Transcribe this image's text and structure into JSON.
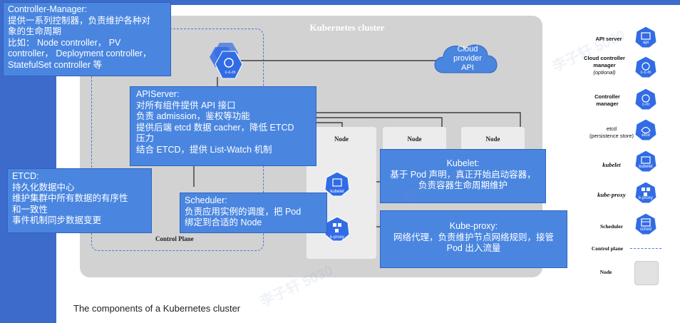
{
  "cluster": {
    "title": "Kubernetes cluster",
    "control_plane_label": "Control Plane"
  },
  "nodes": {
    "label": "Node"
  },
  "cloud": {
    "lines": [
      "Cloud",
      "provider",
      "API"
    ]
  },
  "callouts": {
    "controller_manager": [
      "Controller-Manager:",
      "提供一系列控制器，负责维护各种对",
      "象的生命周期",
      "比如：  Node controller，  PV",
      "controller，  Deployment controller，",
      "StatefulSet controller 等"
    ],
    "apiserver": [
      "APIServer:",
      "对所有组件提供 API 接口",
      "负责 admission，鉴权等功能",
      "提供后端 etcd 数据 cacher，降低 ETCD",
      "压力",
      "结合 ETCD，提供 List-Watch 机制"
    ],
    "etcd": [
      "ETCD:",
      "持久化数据中心",
      "维护集群中所有数据的有序性",
      "和一致性",
      "事件机制同步数据变更"
    ],
    "scheduler": [
      "Scheduler:",
      "负责应用实例的调度，把 Pod",
      "绑定到合适的 Node"
    ],
    "kubelet": [
      "Kubelet:",
      "基于 Pod 声明，真正开始启动容器，",
      "负责容器生命周期维护"
    ],
    "kube_proxy": [
      "Kube-proxy:",
      "网络代理，负责维护节点网络规则，接管",
      "Pod 出入流量"
    ]
  },
  "diagram_icons": {
    "ccm": "c-c-m",
    "kubelet": "kubelet",
    "kproxy": "k-proxy"
  },
  "legend": {
    "api_server": "API server",
    "ccm_line1": "Cloud controller",
    "ccm_line2": "manager",
    "ccm_line3": "(optional)",
    "cm_line1": "Controller",
    "cm_line2": "manager",
    "etcd_line1": "etcd",
    "etcd_line2": "(persistence store)",
    "kubelet": "kubelet",
    "kube_proxy": "kube-proxy",
    "scheduler": "Scheduler",
    "control_plane": "Control plane",
    "node": "Node",
    "icon_labels": {
      "api": "api",
      "ccm": "c-c-m",
      "cm": "c-m",
      "etcd": "etcd",
      "kubelet": "kubelet",
      "kproxy": "k-proxy",
      "sched": "sched"
    }
  },
  "caption": "The components of a Kubernetes cluster",
  "watermark": "李子轩 5030",
  "colors": {
    "callout": "#4a86e0",
    "k8s_blue": "#326ce5",
    "frame": "#3d6bcc",
    "cluster": "#d2d2d2"
  }
}
